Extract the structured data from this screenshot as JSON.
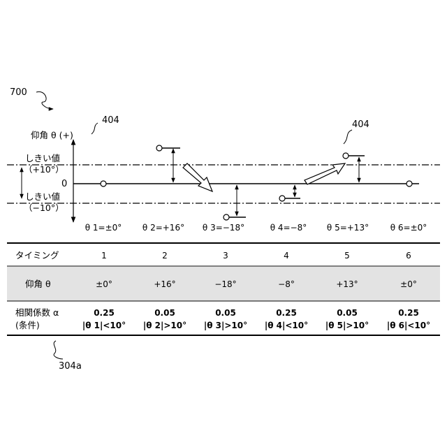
{
  "refs": {
    "figure": "700",
    "marker_label": "404",
    "table_label": "304a"
  },
  "axis": {
    "title": "仰角 θ (+)",
    "zero": "0"
  },
  "thresholds": {
    "upper_title": "しきい値",
    "upper_value": "（+10°）",
    "lower_title": "しきい値",
    "lower_value": "（−10°）"
  },
  "theta_labels": [
    "θ 1=±0°",
    "θ 2=+16°",
    "θ 3=−18°",
    "θ 4=−8°",
    "θ 5=+13°",
    "θ 6=±0°"
  ],
  "table": {
    "row_timing_header": "タイミング",
    "timings": [
      "1",
      "2",
      "3",
      "4",
      "5",
      "6"
    ],
    "row_elevation_header": "仰角 θ",
    "elevations": [
      "±0°",
      "+16°",
      "−18°",
      "−8°",
      "+13°",
      "±0°"
    ],
    "row_coef_header_1": "相関係数 α",
    "row_coef_header_2": "(条件)",
    "coefficients": [
      "0.25",
      "0.05",
      "0.05",
      "0.25",
      "0.05",
      "0.25"
    ],
    "conditions": [
      "|θ 1|<10°",
      "|θ 2|>10°",
      "|θ 3|>10°",
      "|θ 4|<10°",
      "|θ 5|>10°",
      "|θ 6|<10°"
    ]
  },
  "colors": {
    "row_band": "#e3e3e3",
    "line": "#000000"
  }
}
